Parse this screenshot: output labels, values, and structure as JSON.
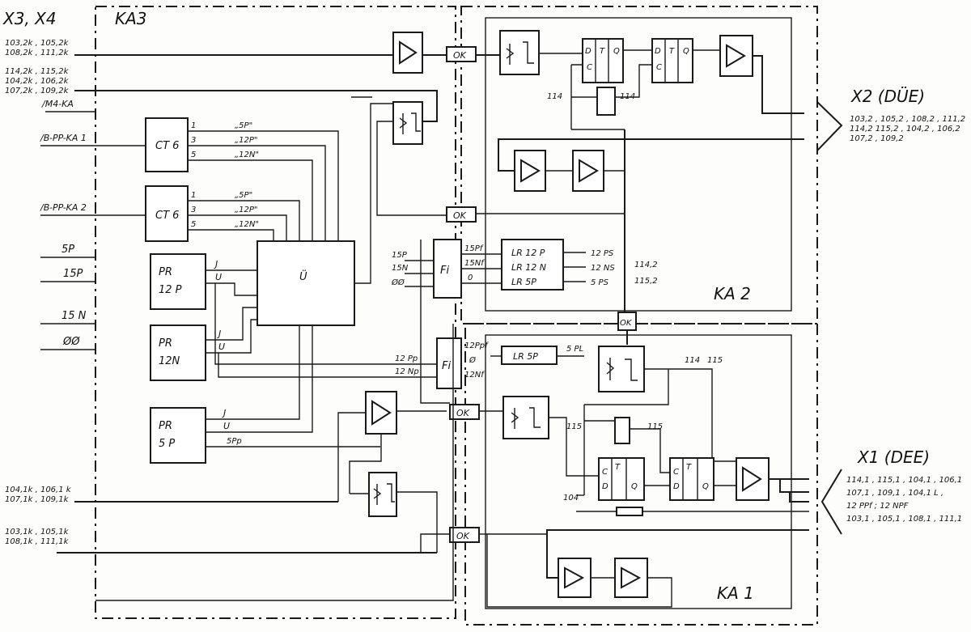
{
  "regions": {
    "ka3": "KA3",
    "ka2": "KA 2",
    "ka1": "KA 1"
  },
  "connectors": {
    "x3x4": {
      "title": "X3, X4",
      "group1": [
        "103,2k , 105,2k",
        "108,2k , 111,2k"
      ],
      "group2": [
        "114,2k , 115,2k",
        "104,2k , 106,2k",
        "107,2k , 109,2k"
      ],
      "group3": [
        "104,1k , 106,1 k",
        "107,1k , 109,1k"
      ],
      "group4": [
        "103,1k , 105,1k",
        "108,1k , 111,1k"
      ]
    },
    "x2": {
      "title": "X2 (DÜE)",
      "pins": [
        "103,2 , 105,2 , 108,2 , 111,2",
        "114,2  115,2 , 104,2 , 106,2",
        "107,2 , 109,2"
      ]
    },
    "x1": {
      "title": "X1 (DEE)",
      "pins": [
        "114,1 , 115,1 , 104,1 , 106,1",
        "107,1 , 109,1 , 104,1 L ,",
        "12 PPf ;  12 NPF",
        "103,1 , 105,1 , 108,1 , 111,1"
      ]
    }
  },
  "signals": {
    "m4ka": "/M4-KA",
    "bppka1": "/B-PP-KA 1",
    "bppka2": "/B-PP-KA 2",
    "p5": "5P",
    "p15": "15P",
    "n15": "15 N",
    "gnd": "ØØ"
  },
  "blocks": {
    "ct6a": {
      "label": "CT 6",
      "pins": [
        "1",
        "3",
        "5"
      ],
      "outs": [
        "„5P\"",
        "„12P\"",
        "„12N\""
      ]
    },
    "ct6b": {
      "label": "CT 6",
      "pins": [
        "1",
        "3",
        "5"
      ],
      "outs": [
        "„5P\"",
        "„12P\"",
        "„12N\""
      ]
    },
    "u": "Ü",
    "pr12p": {
      "l1": "PR",
      "l2": "12 P",
      "o1": "J",
      "o2": "U"
    },
    "pr12n": {
      "l1": "PR",
      "l2": "12N",
      "o1": "J",
      "o2": "U"
    },
    "pr5p": {
      "l1": "PR",
      "l2": "5 P",
      "o1": "J",
      "o2": "U",
      "o3": "5Pp"
    },
    "fi_top": {
      "label": "Fi",
      "ins": [
        "15P",
        "15N",
        "ØØ"
      ],
      "outs": [
        "15Pf",
        "15Nf",
        "0"
      ]
    },
    "fi_bot": {
      "label": "Fi",
      "ins": [
        "12 Pp",
        "12 Np"
      ],
      "outs": [
        "12Ppf",
        "Ø",
        "12Nf"
      ]
    },
    "lr12p": {
      "label": "LR  12 P",
      "out": "12 PS"
    },
    "lr12n": {
      "label": "LR  12 N",
      "out": "12 NS"
    },
    "lr5p": {
      "label": "LR  5P",
      "out": "5 PS"
    },
    "lr5p_b": {
      "label": "LR  5P",
      "out": "5 PL"
    },
    "ok": "OK",
    "ff_labels": {
      "d": "D",
      "c": "C",
      "t": "T",
      "q": "Q"
    },
    "s114": "114",
    "s115": "115",
    "s114b": "114",
    "s115b": "115",
    "s1142": "114,2",
    "s1152": "115,2",
    "s104": "104",
    "s114_ka1": "114",
    "s115_ka1": "115"
  }
}
